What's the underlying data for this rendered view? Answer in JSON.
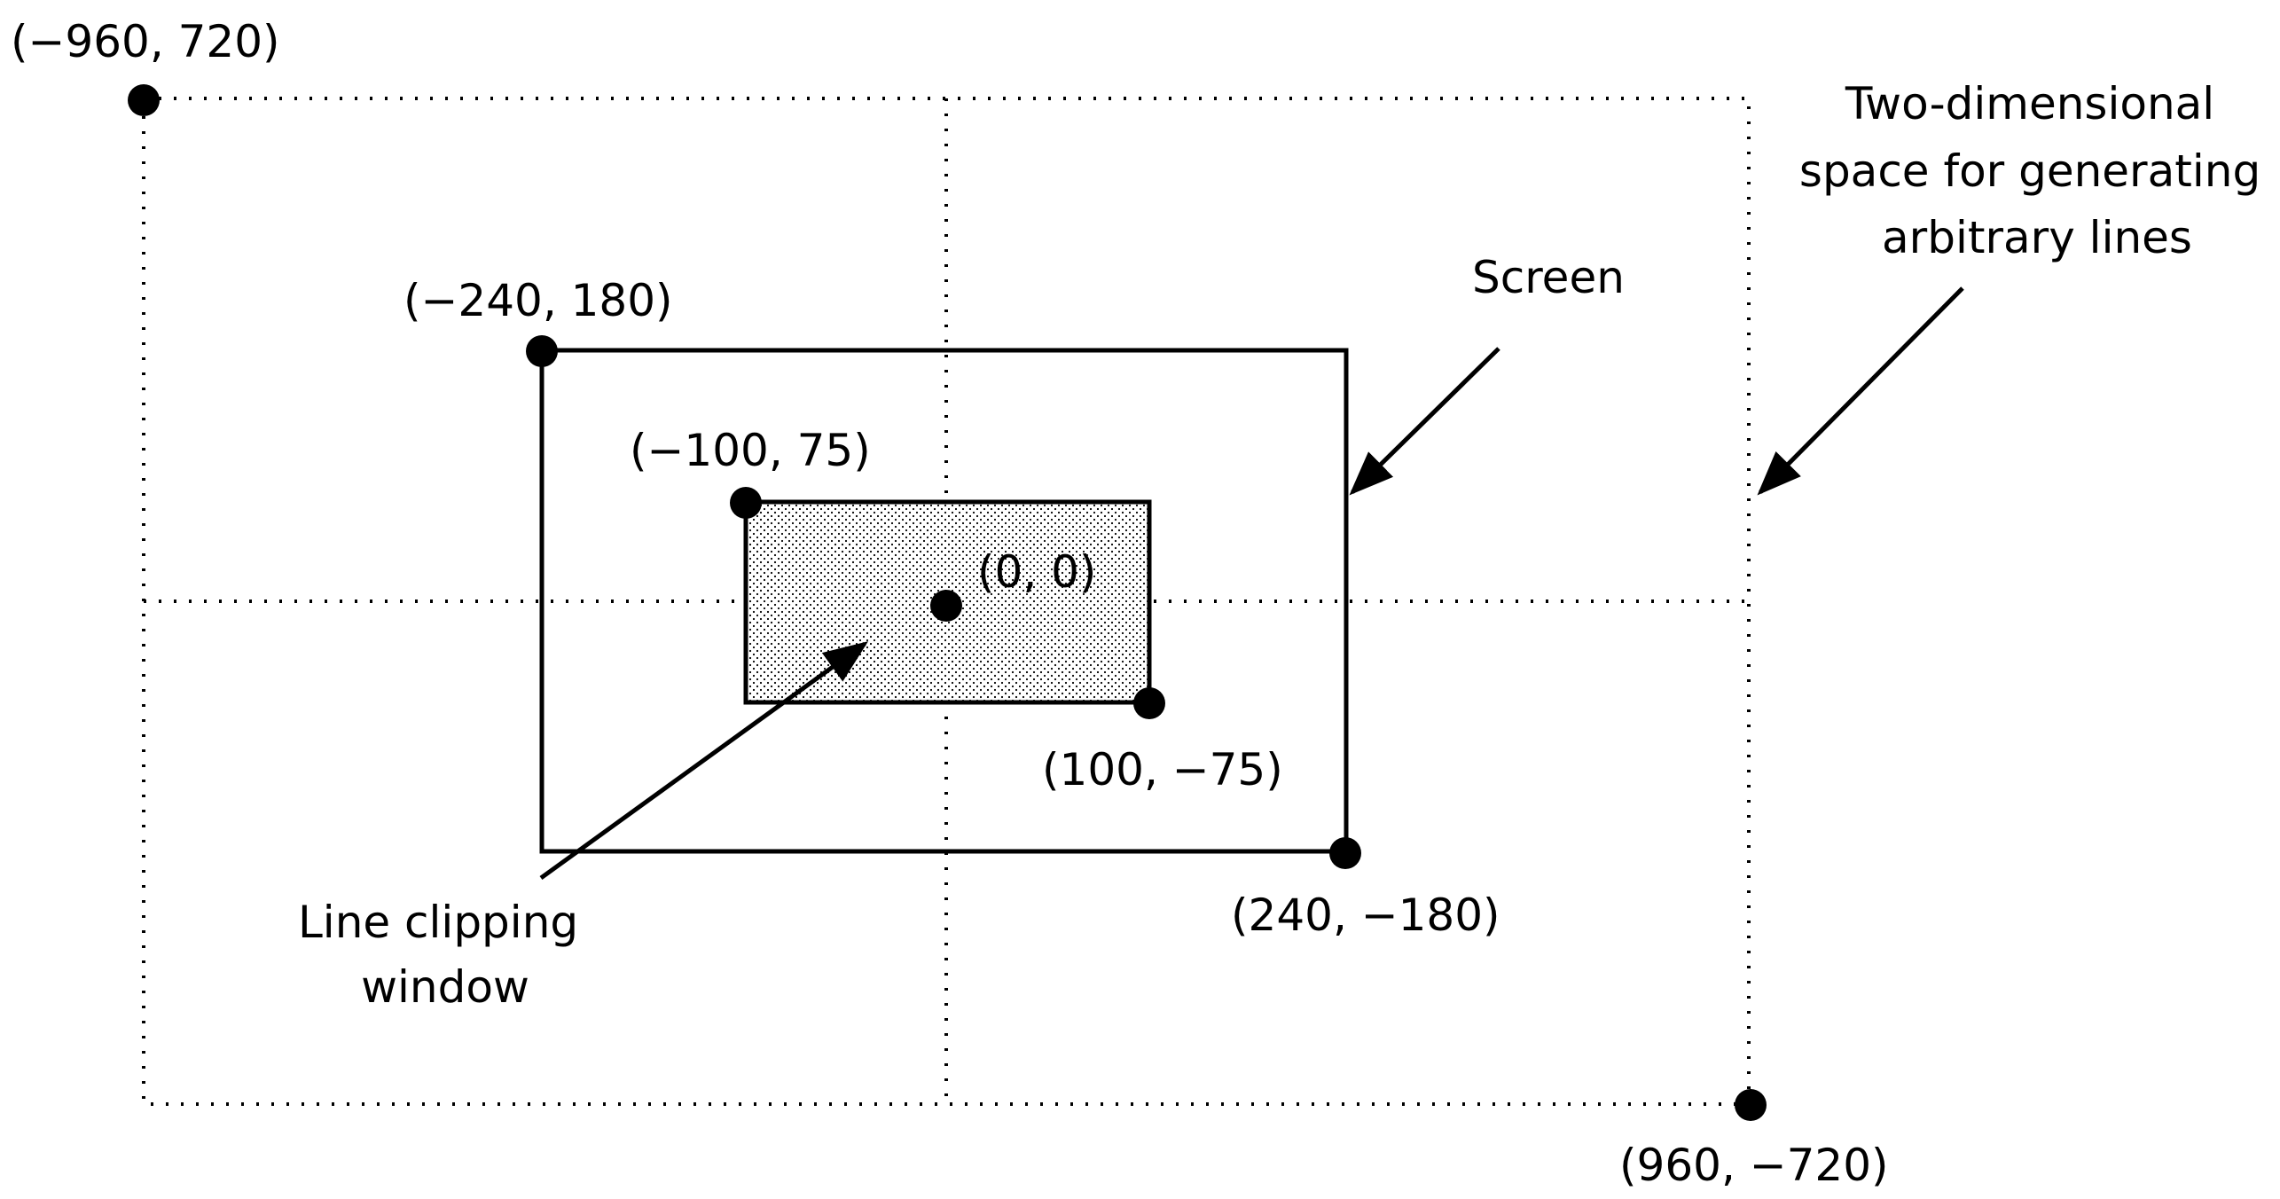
{
  "diagram": {
    "points": {
      "space_top_left": "(−960, 720)",
      "space_bottom_right": "(960, −720)",
      "screen_top_left": "(−240, 180)",
      "screen_bottom_right": "(240, −180)",
      "window_top_left": "(−100, 75)",
      "window_bottom_right": "(100, −75)",
      "origin": "(0, 0)"
    },
    "annotations": {
      "space_label": [
        "Two-dimensional",
        "space for generating",
        "arbitrary lines"
      ],
      "screen_label": "Screen",
      "window_label": [
        "Line clipping",
        "window"
      ]
    },
    "colors": {
      "ink": "#000000",
      "window_fill": "#e8e8e8",
      "background": "#ffffff"
    }
  }
}
